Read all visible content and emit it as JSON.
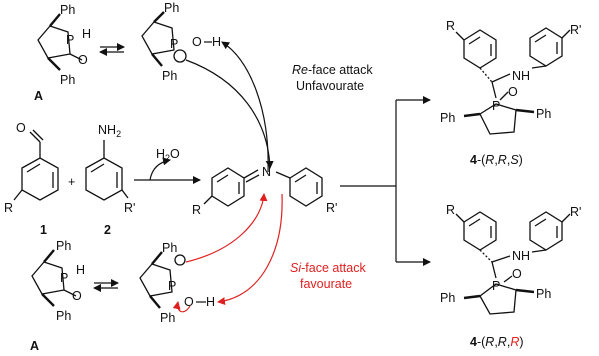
{
  "atoms": {
    "ph": "Ph",
    "p": "P",
    "o": "O",
    "h": "H",
    "r": "R",
    "r_prime": "R'",
    "n": "N",
    "nh": "NH",
    "nh2": "NH",
    "sub2": "2"
  },
  "compound_labels": {
    "a": "A",
    "one": "1",
    "two": "2",
    "plus": "+",
    "water": "H",
    "water_sub": "2",
    "water_o": "O"
  },
  "attack": {
    "re_face": "Re",
    "re_rest": "-face attack",
    "unfavourable": "Unfavourate",
    "si_face": "Si",
    "si_rest": "-face attack",
    "favourable": "favourate"
  },
  "products": {
    "rrs": {
      "num": "4",
      "open": "-(",
      "r1": "R",
      "c1": ",",
      "r2": "R",
      "c2": ",",
      "last": "S",
      "close": ")"
    },
    "rrr": {
      "num": "4",
      "open": "-(",
      "r1": "R",
      "c1": ",",
      "r2": "R",
      "c2": ",",
      "last": "R",
      "close": ")"
    }
  },
  "colors": {
    "ink": "#111111",
    "accent": "#e02020"
  }
}
